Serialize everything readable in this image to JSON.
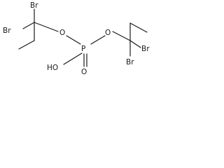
{
  "molecule": {
    "atoms": {
      "br_left_top": "Br",
      "br_left_mid": "Br",
      "o_left": "O",
      "p_center": "P",
      "o_right": "O",
      "ho": "HO",
      "o_double": "O",
      "br_right_mid": "Br",
      "br_right_bottom": "Br"
    }
  }
}
